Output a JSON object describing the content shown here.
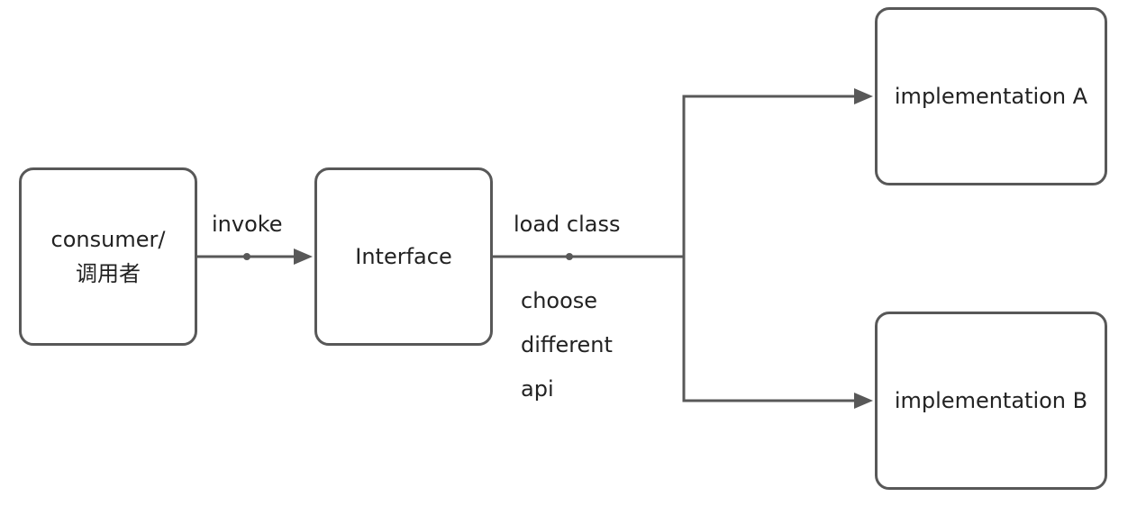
{
  "nodes": {
    "consumer": {
      "lines": [
        "consumer/",
        "调用者"
      ]
    },
    "interface": {
      "label": "Interface"
    },
    "impl_a": {
      "label": "implementation A"
    },
    "impl_b": {
      "label": "implementation B"
    }
  },
  "edges": {
    "invoke": {
      "label": "invoke"
    },
    "load_class": {
      "label": "load class",
      "note_lines": [
        "choose",
        "different",
        "api"
      ]
    }
  },
  "colors": {
    "stroke": "#585858",
    "text": "#222222",
    "background": "#ffffff"
  }
}
